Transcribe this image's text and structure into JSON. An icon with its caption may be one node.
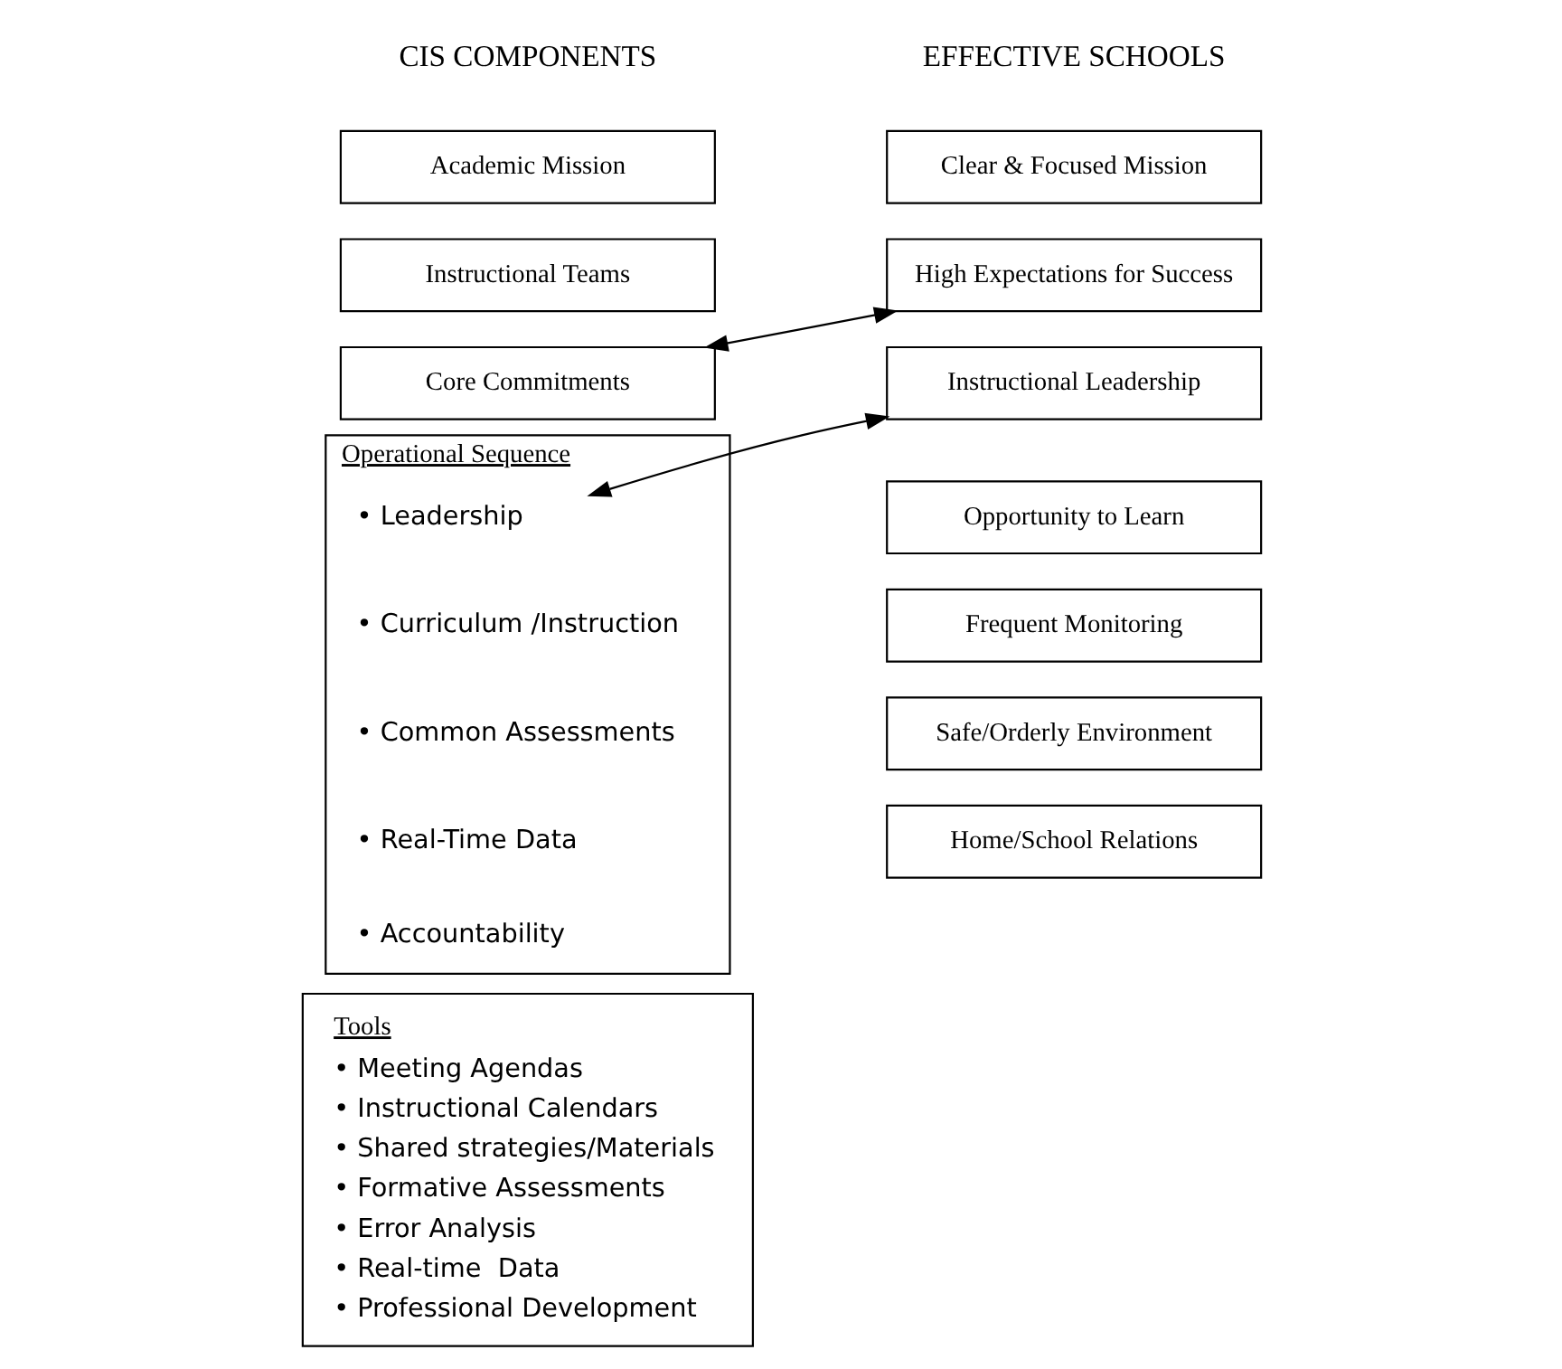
{
  "diagram": {
    "nodes": [
      {
        "text": [
          "Academic Mission"
        ]
      },
      {
        "text": [
          "Instructional Teams"
        ]
      },
      {
        "text": [
          "Core Commitments"
        ]
      },
      {
        "text": [
          "Operational Sequence"
        ]
      },
      {
        "text": [
          "• Leadership"
        ],
        "in": 3
      },
      {
        "text": [
          "• Curriculum /Instruction"
        ],
        "in": 3
      },
      {
        "text": [
          "• Common Assessments"
        ],
        "in": 3
      },
      {
        "text": [
          "• Real-Time Data"
        ],
        "in": 3
      },
      {
        "text": [
          "• Accountability"
        ],
        "in": 3
      },
      {
        "text": [
          "Tools",
          "• Meeting Agendas",
          "• Instructional Calendars",
          "• Shared strategies/Materials",
          "• Formative Assessments",
          "• Error Analysis",
          "• Real-time  Data",
          "• Professional Development"
        ]
      },
      {
        "text": [
          "Clear & Focused Mission"
        ]
      },
      {
        "text": [
          "High Expectations for Success"
        ]
      },
      {
        "text": [
          "Instructional Leadership"
        ]
      },
      {
        "text": [
          "Opportunity to Learn"
        ]
      },
      {
        "text": [
          "Frequent Monitoring"
        ]
      },
      {
        "text": [
          "Safe/Orderly Environment"
        ]
      },
      {
        "text": [
          "Home/School Relations"
        ]
      }
    ],
    "edges": [
      {
        "from": 2,
        "to": 11,
        "arrow": "both"
      },
      {
        "from": 4,
        "to": 12,
        "arrow": "both"
      }
    ],
    "labels": [
      "CIS COMPONENTS",
      "EFFECTIVE SCHOOLS"
    ]
  }
}
